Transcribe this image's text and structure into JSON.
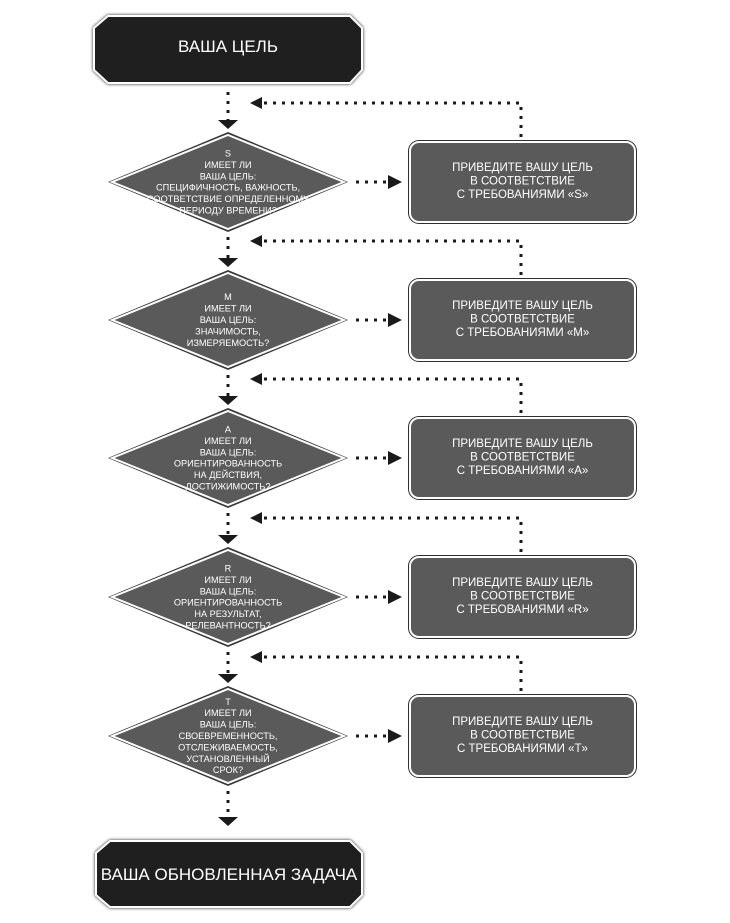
{
  "start": {
    "label": "ВАША ЦЕЛЬ"
  },
  "end": {
    "label": "ВАША ОБНОВЛЕННАЯ ЗАДАЧА"
  },
  "steps": [
    {
      "letter": "S",
      "question": [
        "ИМЕЕТ ЛИ",
        "ВАША ЦЕЛЬ:",
        "СПЕЦИФИЧНОСТЬ, ВАЖНОСТЬ,",
        "СООТВЕТСТВИЕ ОПРЕДЕЛЕННОМУ",
        "ПЕРИОДУ ВРЕМЕНИ?"
      ],
      "action": [
        "ПРИВЕДИТЕ ВАШУ ЦЕЛЬ",
        "В СООТВЕТСТВИЕ",
        "С ТРЕБОВАНИЯМИ «S»"
      ]
    },
    {
      "letter": "M",
      "question": [
        "ИМЕЕТ ЛИ",
        "ВАША ЦЕЛЬ:",
        "ЗНАЧИМОСТЬ,",
        "ИЗМЕРЯЕМОСТЬ?"
      ],
      "action": [
        "ПРИВЕДИТЕ ВАШУ ЦЕЛЬ",
        "В СООТВЕТСТВИЕ",
        "С ТРЕБОВАНИЯМИ «M»"
      ]
    },
    {
      "letter": "A",
      "question": [
        "ИМЕЕТ ЛИ",
        "ВАША ЦЕЛЬ:",
        "ОРИЕНТИРОВАННОСТЬ",
        "НА ДЕЙСТВИЯ,",
        "ДОСТИЖИМОСТЬ?"
      ],
      "action": [
        "ПРИВЕДИТЕ ВАШУ ЦЕЛЬ",
        "В СООТВЕТСТВИЕ",
        "С ТРЕБОВАНИЯМИ «A»"
      ]
    },
    {
      "letter": "R",
      "question": [
        "ИМЕЕТ ЛИ",
        "ВАША ЦЕЛЬ:",
        "ОРИЕНТИРОВАННОСТЬ",
        "НА РЕЗУЛЬТАТ,",
        "РЕЛЕВАНТНОСТЬ?"
      ],
      "action": [
        "ПРИВЕДИТЕ ВАШУ ЦЕЛЬ",
        "В СООТВЕТСТВИЕ",
        "С ТРЕБОВАНИЯМИ «R»"
      ]
    },
    {
      "letter": "T",
      "question": [
        "ИМЕЕТ ЛИ",
        "ВАША ЦЕЛЬ:",
        "СВОЕВРЕМЕННОСТЬ,",
        "ОТСЛЕЖИВАЕМОСТЬ,",
        "УСТАНОВЛЕННЫЙ",
        "СРОК?"
      ],
      "action": [
        "ПРИВЕДИТЕ ВАШУ ЦЕЛЬ",
        "В СООТВЕТСТВИЕ",
        "С ТРЕБОВАНИЯМИ «T»"
      ]
    }
  ],
  "colors": {
    "terminal": "#1f1f1f",
    "diamond": "#5a5a5a",
    "box": "#5a5a5a",
    "outline": "#ffffff",
    "connector": "#1a1a1a"
  }
}
